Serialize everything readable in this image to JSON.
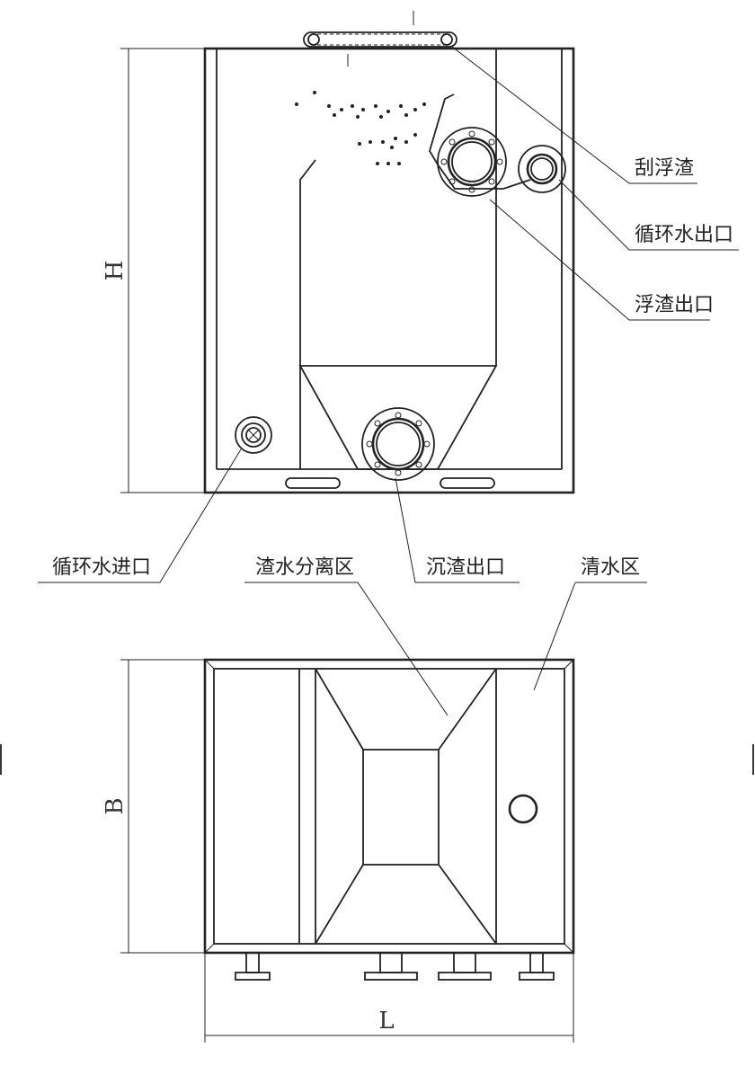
{
  "labels": {
    "scraper": "刮浮渣",
    "circ_out": "循环水出口",
    "scum_out": "浮渣出口",
    "circ_in": "循环水进口",
    "separation": "渣水分离区",
    "sludge_out": "沉渣出口",
    "clear": "清水区"
  },
  "dims": {
    "height": "H",
    "width": "B",
    "length": "L"
  }
}
